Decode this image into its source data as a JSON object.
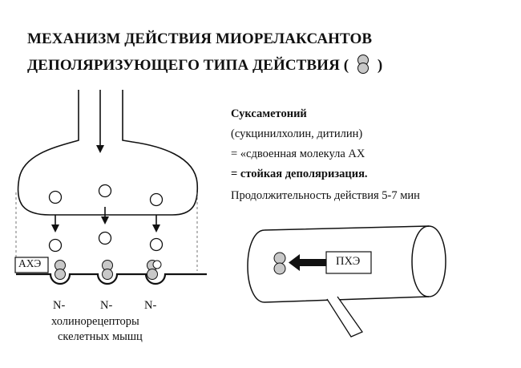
{
  "title": {
    "line1": "МЕХАНИЗМ ДЕЙСТВИЯ МИОРЕЛАКСАНТОВ",
    "line2": "ДЕПОЛЯРИЗУЮЩЕГО ТИПА ДЕЙСТВИЯ (",
    "line2_end": ")"
  },
  "description": {
    "drug_name": "Суксаметоний",
    "synonyms": "(сукцинилхолин, дитилин)",
    "molecule": "= «сдвоенная молекула АХ",
    "effect": "= стойкая деполяризация.",
    "duration": "Продолжительность действия 5-7 мин"
  },
  "labels": {
    "ache": "АХЭ",
    "receptor_n": "N-",
    "receptors_line1": "холинорецепторы",
    "receptors_line2": "скелетных мышц",
    "pche": "ПХЭ"
  },
  "colors": {
    "ink": "#111111",
    "molecule_fill": "#c8c8c8"
  }
}
